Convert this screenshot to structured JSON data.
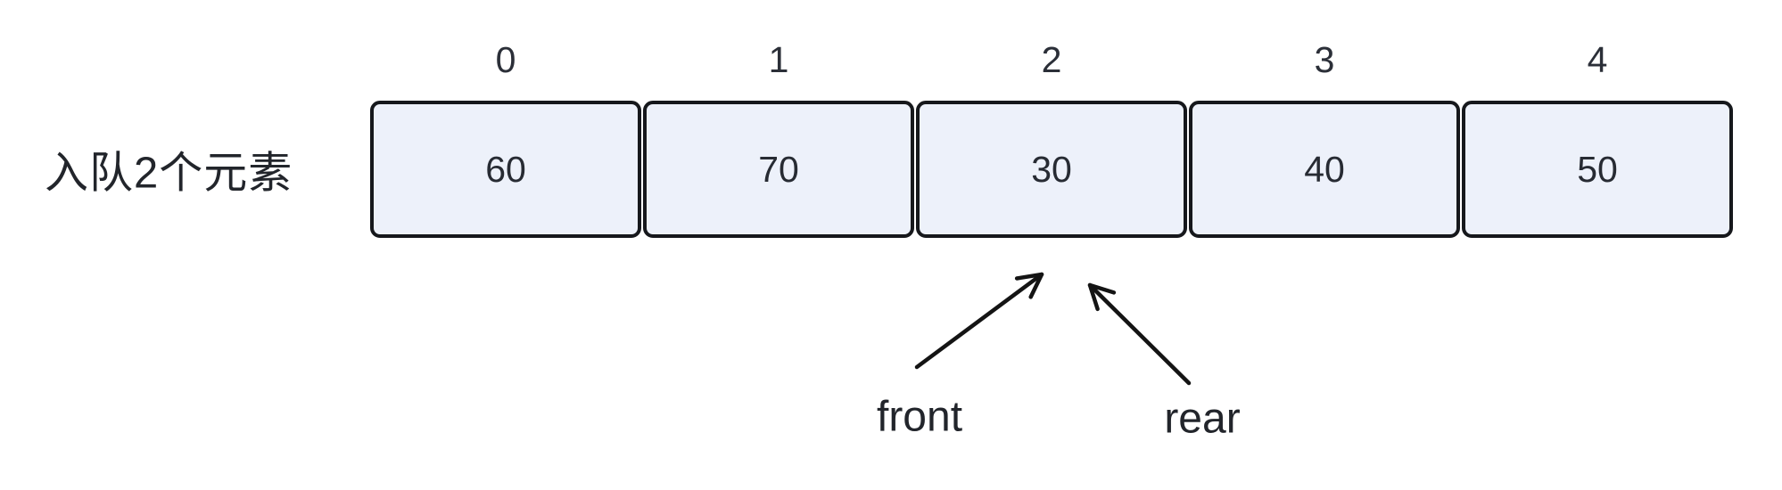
{
  "diagram": {
    "operation_label": "入队2个元素",
    "cells": [
      {
        "index": "0",
        "value": "60"
      },
      {
        "index": "1",
        "value": "70"
      },
      {
        "index": "2",
        "value": "30"
      },
      {
        "index": "3",
        "value": "40"
      },
      {
        "index": "4",
        "value": "50"
      }
    ],
    "pointers": {
      "front": {
        "label": "front",
        "points_to_index": "2"
      },
      "rear": {
        "label": "rear",
        "points_to_index": "2"
      }
    },
    "colors": {
      "background": "#ffffff",
      "cell_fill": "#edf1fa",
      "cell_border": "#16181c",
      "index_text": "#2b2f38",
      "value_text": "#272b33",
      "label_text": "#22252b",
      "arrow": "#141414"
    }
  }
}
